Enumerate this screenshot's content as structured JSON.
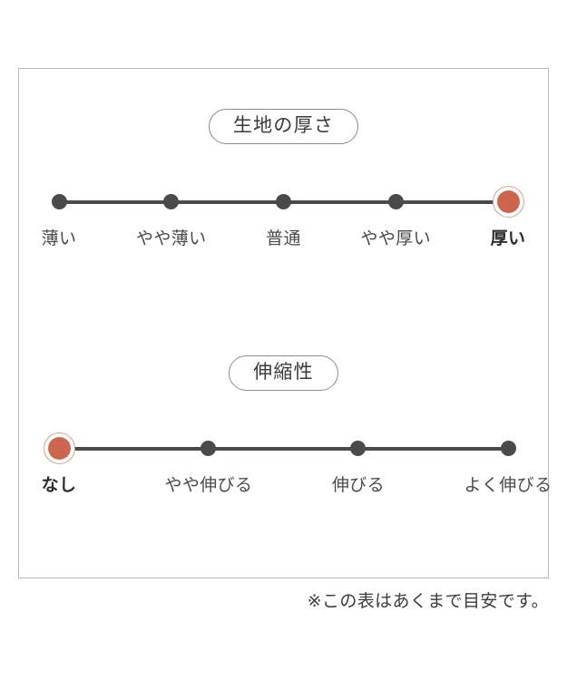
{
  "chart_data": {
    "type": "table",
    "title": "",
    "scales": [
      {
        "title": "生地の厚さ",
        "categories": [
          "薄い",
          "やや薄い",
          "普通",
          "やや厚い",
          "厚い"
        ],
        "values": [
          0,
          1,
          2,
          3,
          4
        ],
        "selected_index": 4,
        "selected_label": "厚い",
        "dot_positions_pct": [
          0,
          25,
          50,
          75,
          100
        ]
      },
      {
        "title": "伸縮性",
        "categories": [
          "なし",
          "やや伸びる",
          "伸びる",
          "よく伸びる"
        ],
        "values": [
          0,
          1,
          2,
          3
        ],
        "selected_index": 0,
        "selected_label": "なし",
        "dot_positions_pct": [
          0,
          33.333,
          66.666,
          100
        ]
      }
    ],
    "xlabel": "",
    "ylabel": "",
    "legend": [],
    "grid": false
  },
  "colors": {
    "accent": "#cd6651",
    "accent_ring": "#d8a295",
    "track": "#4a4a4a",
    "frame_border": "#b9b9b9",
    "pill_border": "#8c8c8c",
    "text": "#3c3c3c",
    "background": "#ffffff"
  },
  "footer": {
    "note": "※この表はあくまで目安です。"
  }
}
